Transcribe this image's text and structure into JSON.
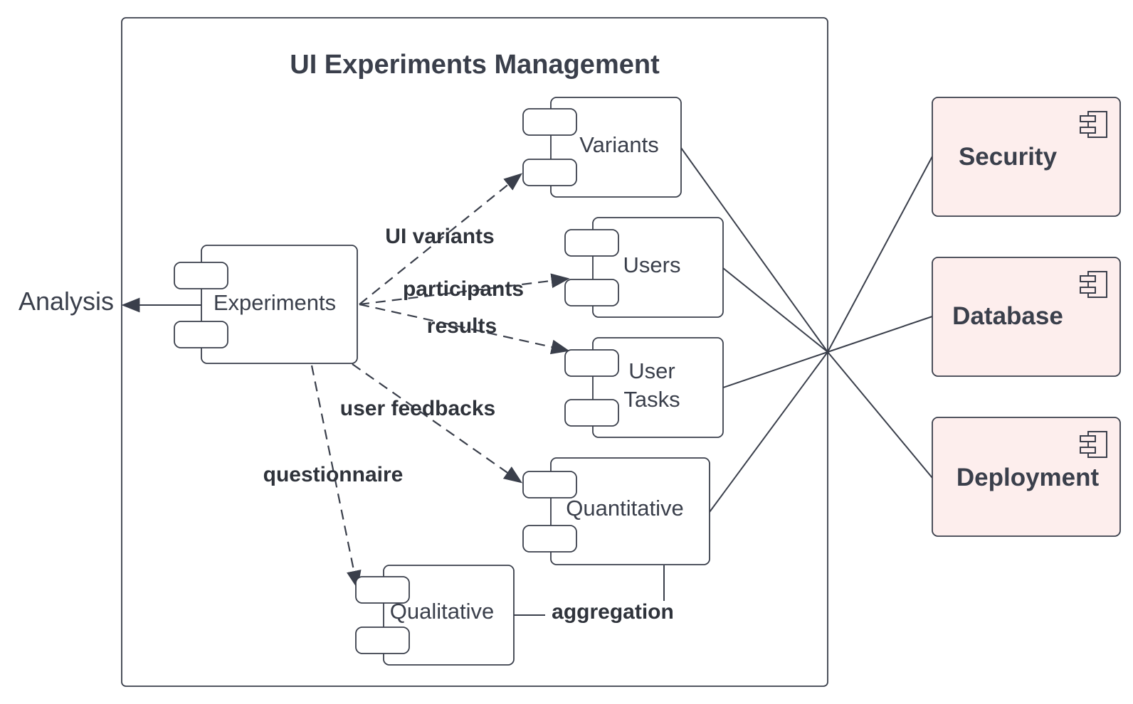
{
  "diagram": {
    "title": "UI Experiments Management",
    "components": {
      "experiments": "Experiments",
      "variants": "Variants",
      "users": "Users",
      "user_tasks_line1": "User",
      "user_tasks_line2": "Tasks",
      "quantitative": "Quantitative",
      "qualitative": "Qualitative"
    },
    "external": {
      "security": "Security",
      "database": "Database",
      "deployment": "Deployment"
    },
    "outside": {
      "analysis": "Analysis"
    },
    "edges": {
      "ui_variants": "UI variants",
      "participants": "participants",
      "results": "results",
      "user_feedbacks": "user feedbacks",
      "questionnaire": "questionnaire",
      "aggregation": "aggregation"
    },
    "colors": {
      "external_fill": "#fdeeed",
      "stroke": "#3a3f4b",
      "text": "#3a3f4b"
    }
  }
}
